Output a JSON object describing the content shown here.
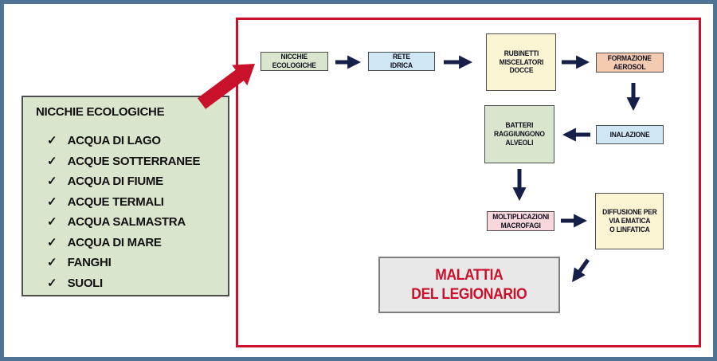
{
  "colors": {
    "frame": "#4e7394",
    "panel": "#c9112b",
    "arrow": "#161f48",
    "green": "#d9e6cd",
    "blue": "#cfe6f4",
    "yellow": "#fbf5d4",
    "salmon": "#f4cbb1",
    "pink": "#f8d7dd",
    "gray_fill": "#e8e8e8",
    "gray_border": "#7f7f7f",
    "node_border": "#4d4d4d",
    "text": "#111111",
    "red_text": "#c9112b"
  },
  "icons": {
    "check": "✓"
  },
  "legend": {
    "title": "NICCHIE ECOLOGICHE",
    "items": [
      "ACQUA DI LAGO",
      "ACQUE SOTTERRANEE",
      "ACQUA DI FIUME",
      "ACQUE TERMALI",
      "ACQUA SALMASTRA",
      "ACQUA DI MARE",
      "FANGHI",
      "SUOLI"
    ]
  },
  "flow": {
    "nodes": [
      {
        "id": "nicchie-ecologiche",
        "label": "NICCHIE\nECOLOGICHE"
      },
      {
        "id": "rete-idrica",
        "label": "RETE\nIDRICA"
      },
      {
        "id": "rubinetti-miscelatori-docce",
        "label": "RUBINETTI\nMISCELATORI\nDOCCE"
      },
      {
        "id": "formazione-aerosol",
        "label": "FORMAZIONE\nAEROSOL"
      },
      {
        "id": "inalazione",
        "label": "INALAZIONE"
      },
      {
        "id": "batteri-raggiungono-alveoli",
        "label": "BATTERI\nRAGGIUNGONO\nALVEOLI"
      },
      {
        "id": "moltiplicazioni-macrofagi",
        "label": "MOLTIPLICAZIONI\nMACROFAGI"
      },
      {
        "id": "diffusione-ematica-linfatica",
        "label": "DIFFUSIONE PER\nVIA EMATICA\nO LINFATICA"
      },
      {
        "id": "malattia-del-legionario",
        "label": "MALATTIA\nDEL LEGIONARIO"
      }
    ]
  }
}
